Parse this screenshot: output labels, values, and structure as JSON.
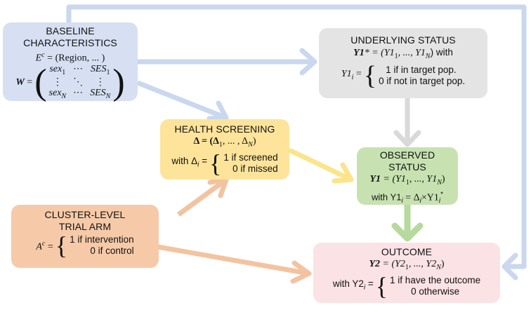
{
  "colors": {
    "baseline_fill": "#d6e0f2",
    "baseline_arrow": "#c9d7ef",
    "underlying_fill": "#e4e4e4",
    "underlying_arrow": "#d9d9d9",
    "screening_fill": "#fde49a",
    "screening_arrow": "#fbe48a",
    "observed_fill": "#c7e2b0",
    "observed_arrow": "#b7d99d",
    "cluster_fill": "#f6caa8",
    "cluster_arrow": "#f3c3a0",
    "outcome_fill": "#fbe2e5"
  },
  "baseline": {
    "title_line1": "BASELINE",
    "title_line2": "CHARACTERISTICS",
    "ec_lhs": "E",
    "ec_sup": "c",
    "ec_rhs": " = (Region, ... )",
    "w_symbol": "W",
    "equals": " = ",
    "m_sex1": "sex",
    "m_sex1_sub": "1",
    "m_dots_h": "⋯",
    "m_ses1": "SES",
    "m_ses1_sub": "1",
    "m_vdots": "⋮",
    "m_ddots": "⋱",
    "m_sexn": "sex",
    "m_sexn_sub": "N",
    "m_sesn": "SES",
    "m_sesn_sub": "N"
  },
  "underlying": {
    "title": "UNDERLYING STATUS",
    "eq1_sym": "Y1",
    "eq1_rest": "* = (Y1",
    "eq1_s1": "1",
    "eq1_mid": ", ..., Y1",
    "eq1_sN": "N",
    "eq1_end": ") with",
    "lhs": "Y1",
    "lhs_sub": "i",
    "case1": "1 if in target pop.",
    "case2": "0 if not in target pop."
  },
  "screening": {
    "title": "HEALTH SCREENING",
    "eq": "Δ = (Δ",
    "eq_sub1": "1",
    "eq_mid": ", ... , Δ",
    "eq_subN": "N",
    "eq_end": ")",
    "with": "with Δ",
    "with_sub": "i",
    "case1": "1 if screened",
    "case2": "0 if missed"
  },
  "observed": {
    "title_line1": "OBSERVED",
    "title_line2": "STATUS",
    "eq_sym": "Y1",
    "eq_rest": " = (Y1",
    "eq_s1": "1",
    "eq_mid": ", ..., Y1",
    "eq_sN": "N",
    "eq_end": ")",
    "with": "with Y1",
    "with_sub": "i",
    "with_rhs": " = Δ",
    "with_rhs_sub": "i",
    "with_tail": "×Y1",
    "with_tail_sub": "i"
  },
  "cluster": {
    "title_line1": "CLUSTER-LEVEL",
    "title_line2": "TRIAL ARM",
    "lhs": "A",
    "lhs_sup": "c",
    "case1": "1 if intervention",
    "case2": "0 if control"
  },
  "outcome": {
    "title": "OUTCOME",
    "eq_sym": "Y2",
    "eq_rest": " = (Y2",
    "eq_s1": "1",
    "eq_mid": ", ..., Y2",
    "eq_sN": "N",
    "eq_end": ")",
    "with": "with Y2",
    "with_sub": "i",
    "case1": "1 if have the outcome",
    "case2": "0 otherwise"
  }
}
